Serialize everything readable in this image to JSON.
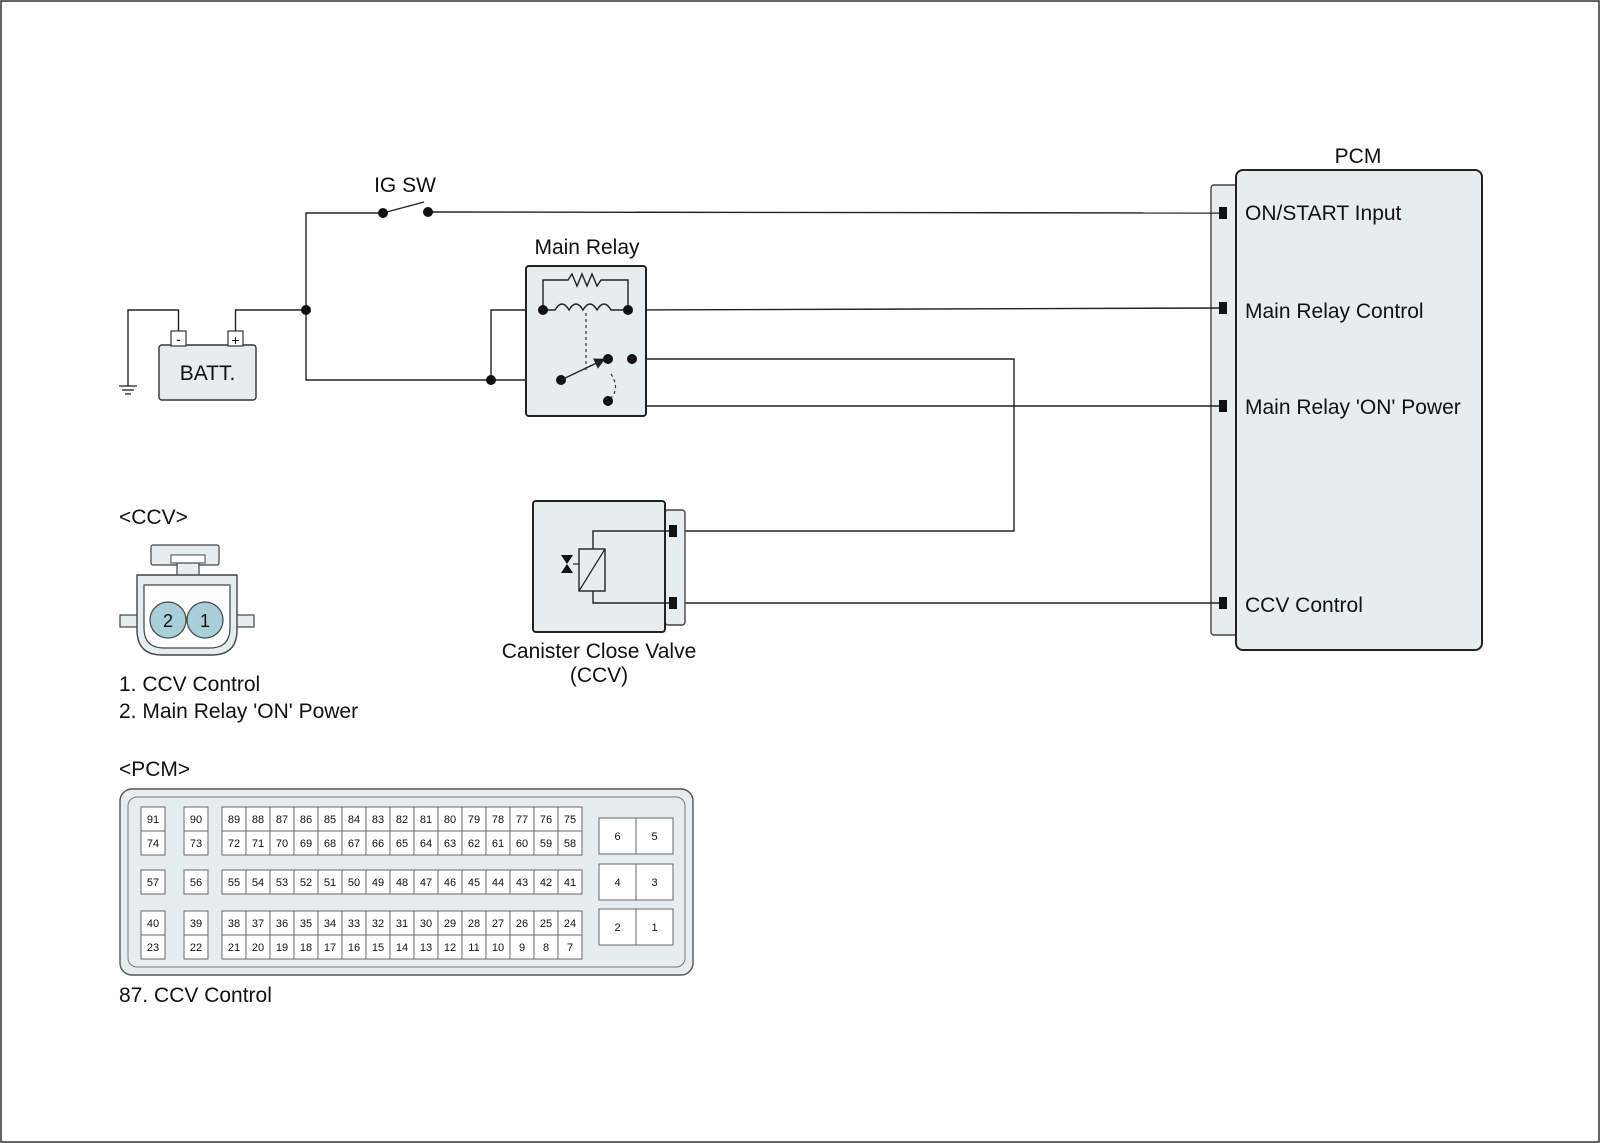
{
  "labels": {
    "ig_sw": "IG SW",
    "main_relay": "Main Relay",
    "batt": "BATT.",
    "batt_minus": "-",
    "batt_plus": "+",
    "pcm_title": "PCM",
    "ccv_name_line1": "Canister Close Valve",
    "ccv_name_line2": "(CCV)"
  },
  "pcm_pins": {
    "on_start": "ON/START Input",
    "relay_control": "Main Relay Control",
    "relay_on_power": "Main Relay 'ON' Power",
    "ccv_control": "CCV Control"
  },
  "ccv_connector": {
    "title": "<CCV>",
    "pin_left": "2",
    "pin_right": "1",
    "legend": [
      "1. CCV Control",
      "2. Main Relay 'ON' Power"
    ]
  },
  "pcm_connector": {
    "title": "<PCM>",
    "legend": "87. CCV Control",
    "highlight_pin": "87",
    "highlight_color": "#a9cfdb",
    "rows": [
      [
        "91",
        "90",
        "89",
        "88",
        "87",
        "86",
        "85",
        "84",
        "83",
        "82",
        "81",
        "80",
        "79",
        "78",
        "77",
        "76",
        "75"
      ],
      [
        "74",
        "73",
        "72",
        "71",
        "70",
        "69",
        "68",
        "67",
        "66",
        "65",
        "64",
        "63",
        "62",
        "61",
        "60",
        "59",
        "58"
      ],
      [
        "57",
        "56",
        "55",
        "54",
        "53",
        "52",
        "51",
        "50",
        "49",
        "48",
        "47",
        "46",
        "45",
        "44",
        "43",
        "42",
        "41"
      ],
      [
        "40",
        "39",
        "38",
        "37",
        "36",
        "35",
        "34",
        "33",
        "32",
        "31",
        "30",
        "29",
        "28",
        "27",
        "26",
        "25",
        "24"
      ],
      [
        "23",
        "22",
        "21",
        "20",
        "19",
        "18",
        "17",
        "16",
        "15",
        "14",
        "13",
        "12",
        "11",
        "10",
        "9",
        "8",
        "7"
      ]
    ],
    "power_pins": [
      [
        "6",
        "5"
      ],
      [
        "4",
        "3"
      ],
      [
        "2",
        "1"
      ]
    ]
  },
  "colors": {
    "component_fill": "#e6edef",
    "wire": "#222222",
    "ccv_pin_fill": "#a9cfdb"
  }
}
